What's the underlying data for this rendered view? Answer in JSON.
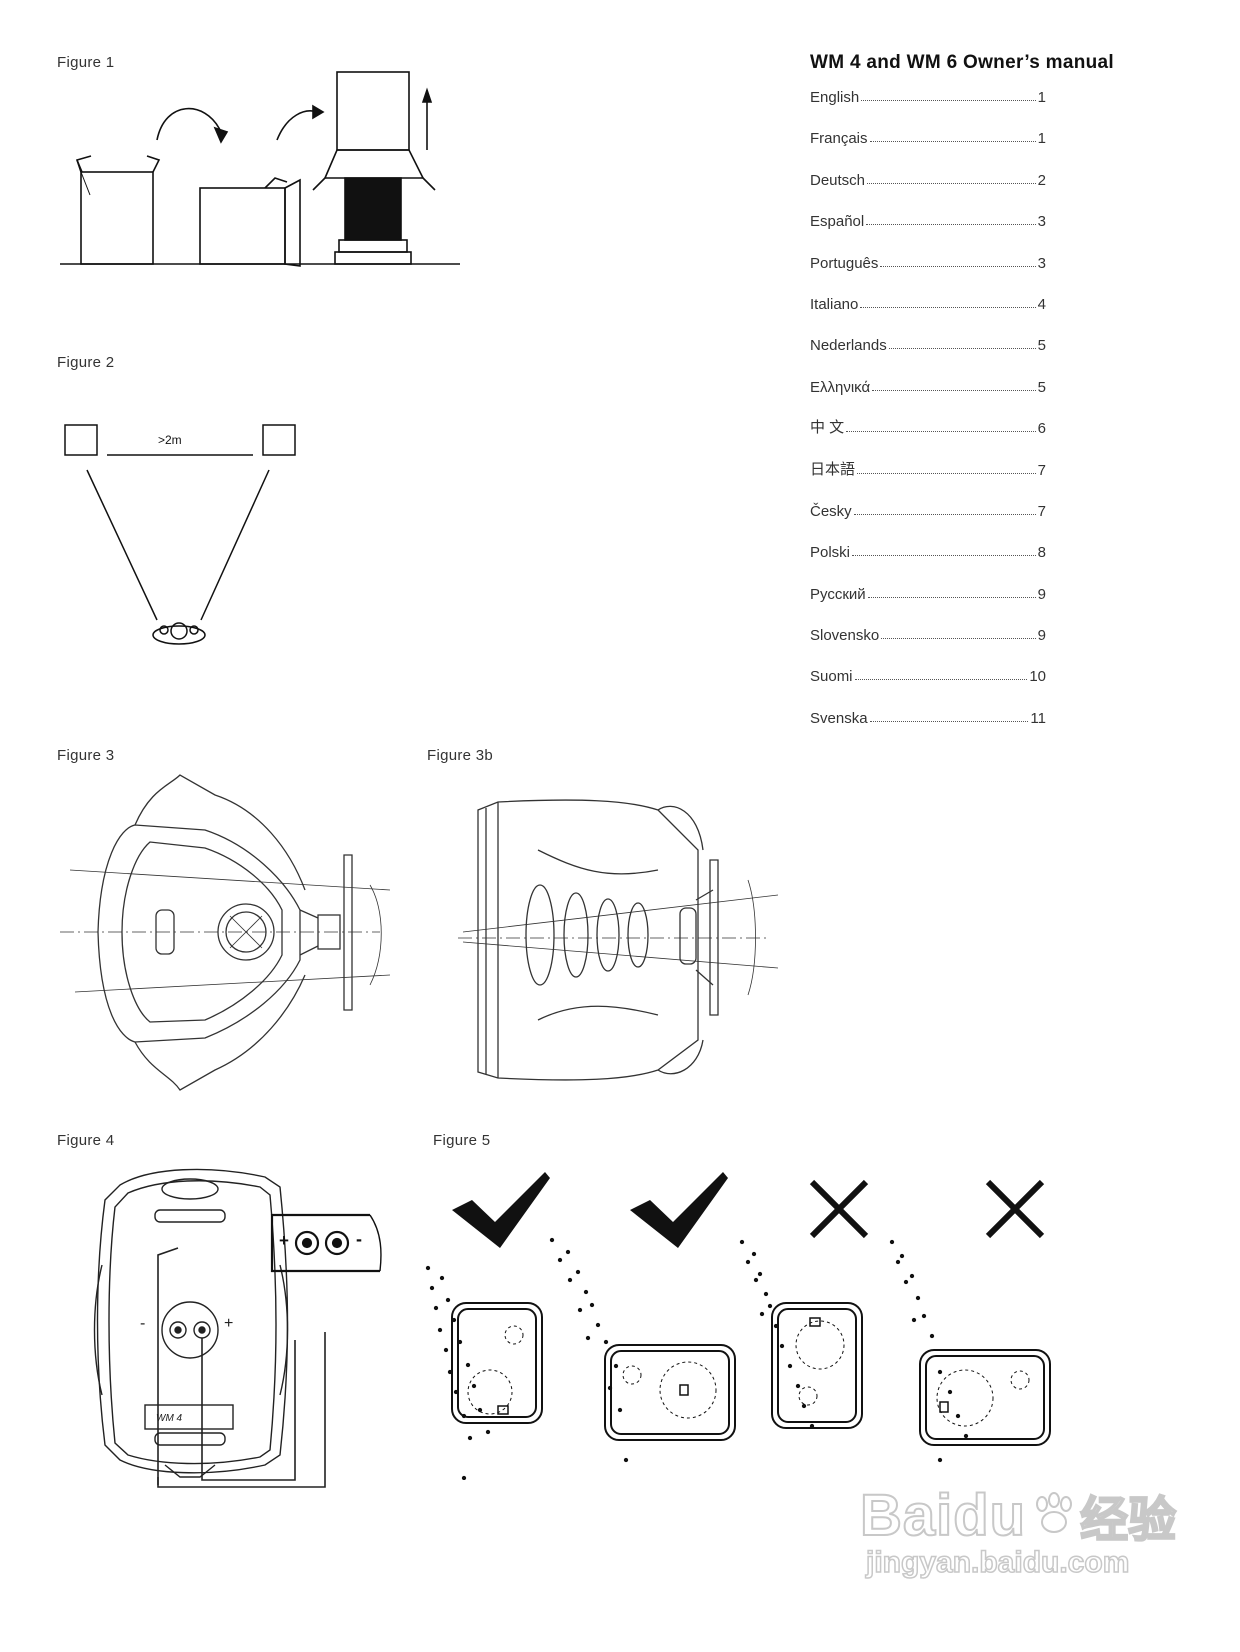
{
  "toc": {
    "title": "WM 4 and WM 6 Owner’s manual",
    "entries": [
      {
        "lang": "English",
        "page": "1"
      },
      {
        "lang": "Français",
        "page": "1"
      },
      {
        "lang": "Deutsch",
        "page": "2"
      },
      {
        "lang": "Español",
        "page": "3"
      },
      {
        "lang": "Português",
        "page": "3"
      },
      {
        "lang": "Italiano",
        "page": "4"
      },
      {
        "lang": "Nederlands",
        "page": "5"
      },
      {
        "lang": "Ελληνικά",
        "page": "5"
      },
      {
        "lang": "中 文",
        "page": "6"
      },
      {
        "lang": "日本語",
        "page": "7"
      },
      {
        "lang": "Česky",
        "page": "7"
      },
      {
        "lang": "Polski",
        "page": "8"
      },
      {
        "lang": "Русский",
        "page": "9"
      },
      {
        "lang": "Slovensko",
        "page": "9"
      },
      {
        "lang": "Suomi",
        "page": "10"
      },
      {
        "lang": "Svenska",
        "page": "11"
      }
    ]
  },
  "figures": {
    "fig1": "Figure 1",
    "fig2": "Figure 2",
    "fig2_distance": ">2m",
    "fig3": "Figure 3",
    "fig3b": "Figure 3b",
    "fig4": "Figure 4",
    "fig4_model": "WM 4",
    "fig4_plus": "+",
    "fig4_minus": "-",
    "fig5": "Figure 5"
  },
  "watermark": {
    "brand": "Baidu",
    "chinese": "经验",
    "url": "jingyan.baidu.com"
  }
}
